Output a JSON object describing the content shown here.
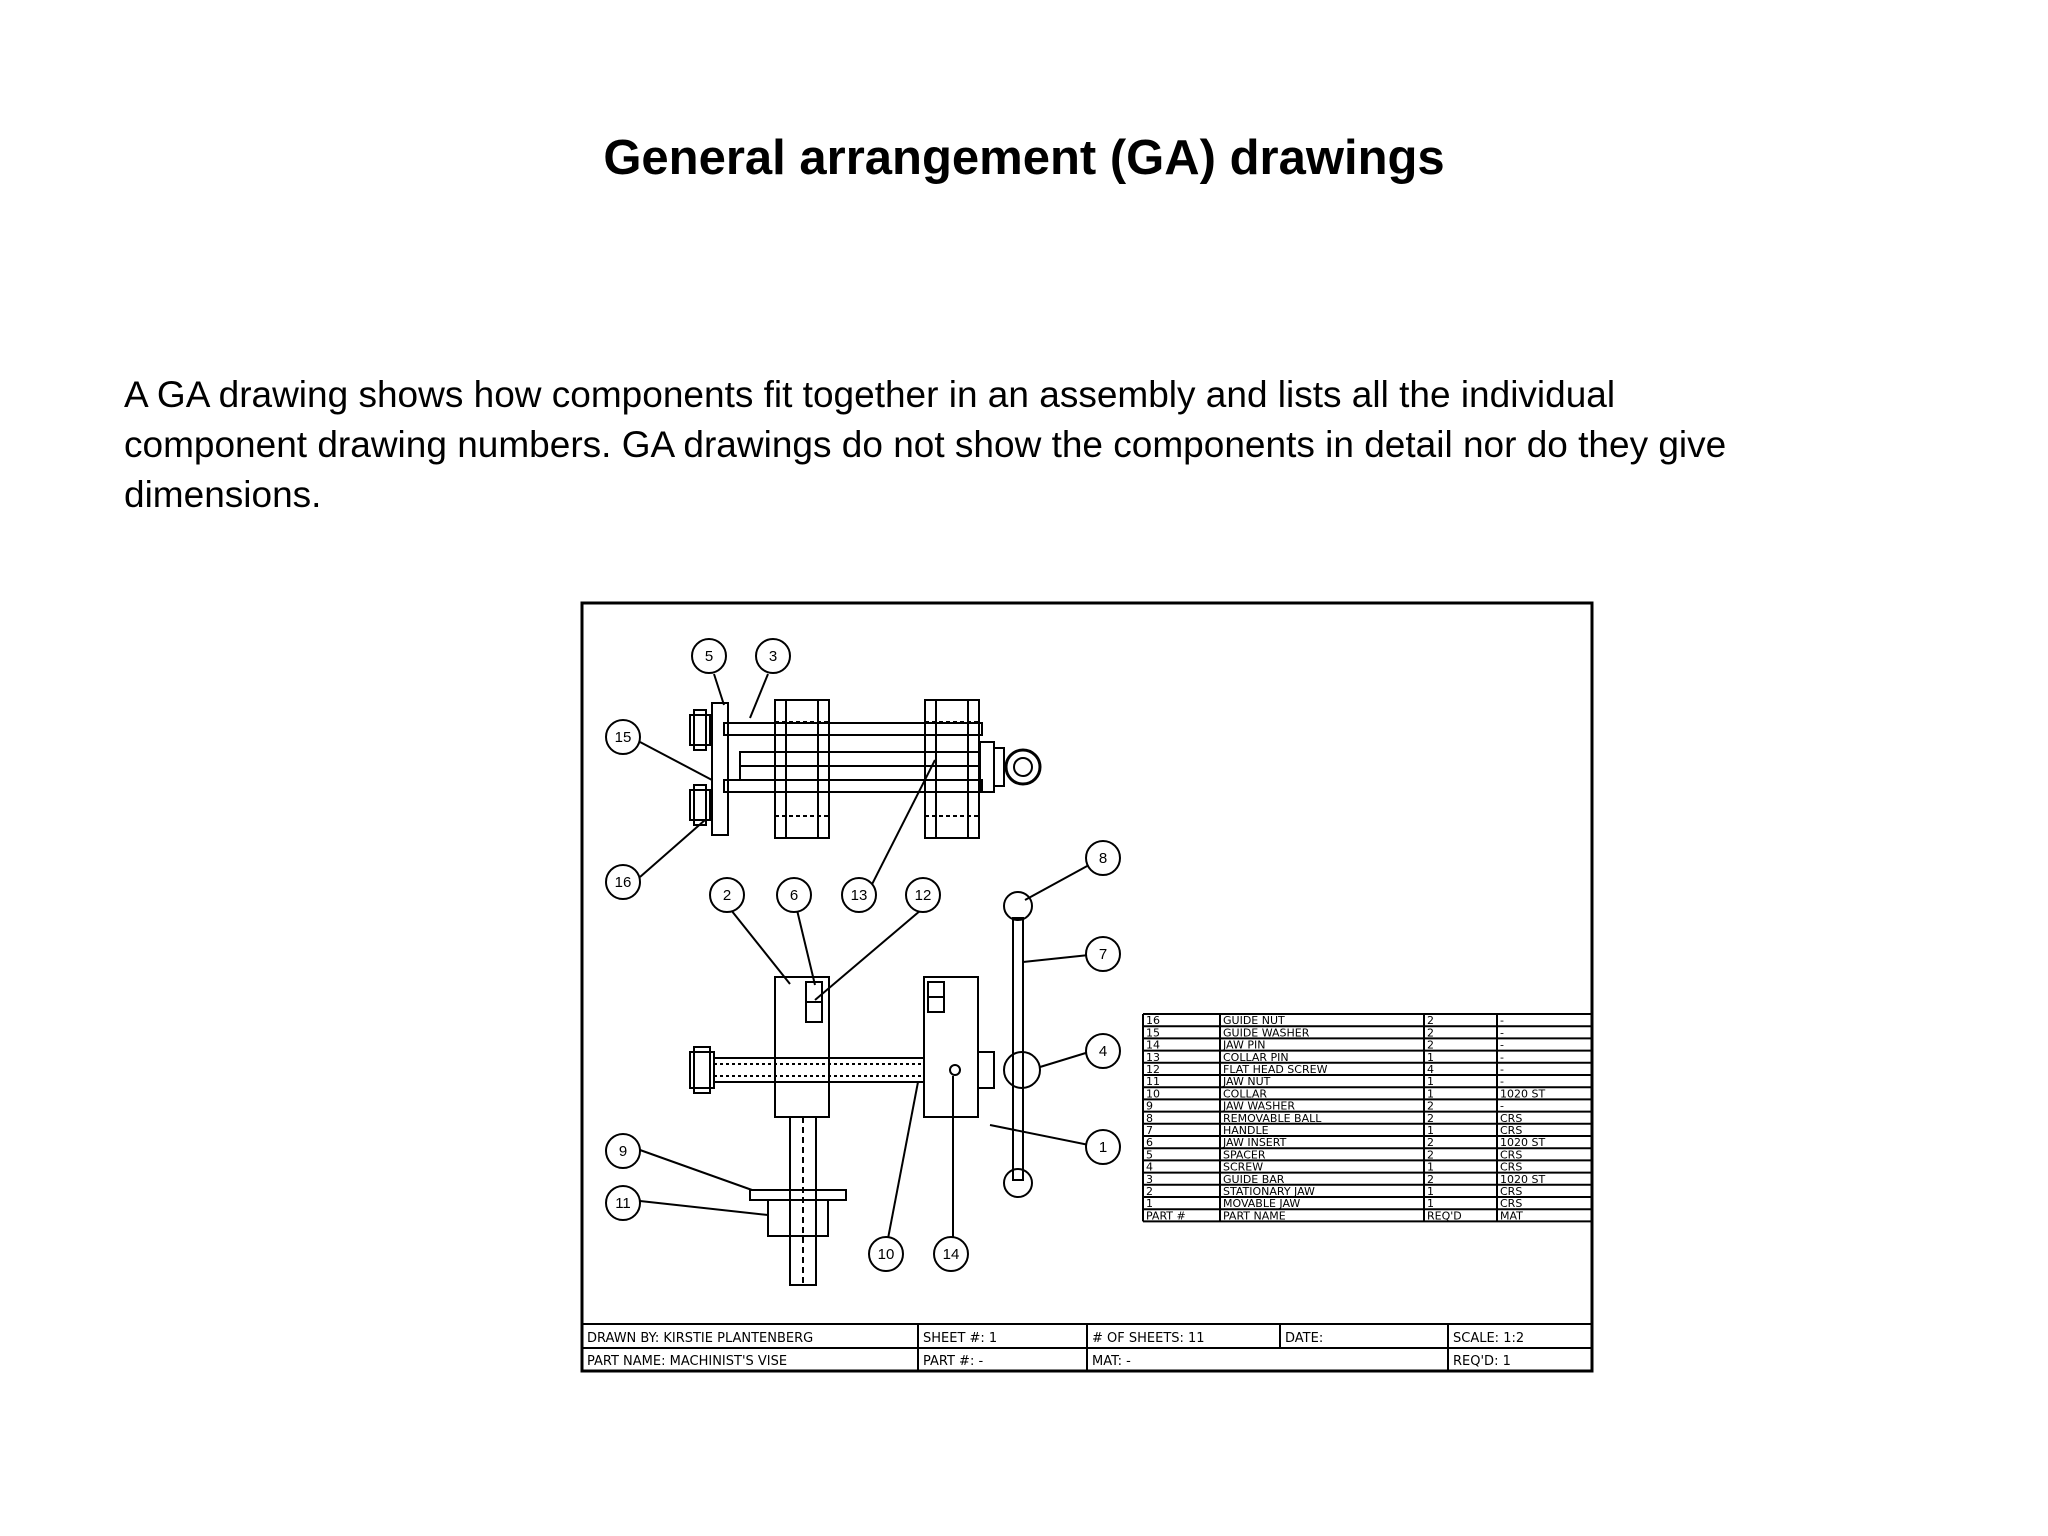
{
  "title": "General arrangement (GA) drawings",
  "paragraph_lines": [
    "A GA drawing shows how components fit together in an assembly and lists all the individual",
    "component drawing numbers. GA drawings do not show the components in detail nor do they give",
    "dimensions."
  ],
  "bom": {
    "header": {
      "part": "PART #",
      "name": "PART NAME",
      "reqd": "REQ'D",
      "mat": "MAT"
    },
    "rows": [
      {
        "part": "16",
        "name": "GUIDE NUT",
        "reqd": "2",
        "mat": "-"
      },
      {
        "part": "15",
        "name": "GUIDE WASHER",
        "reqd": "2",
        "mat": "-"
      },
      {
        "part": "14",
        "name": "JAW PIN",
        "reqd": "2",
        "mat": "-"
      },
      {
        "part": "13",
        "name": "COLLAR PIN",
        "reqd": "1",
        "mat": "-"
      },
      {
        "part": "12",
        "name": "FLAT HEAD SCREW",
        "reqd": "4",
        "mat": "-"
      },
      {
        "part": "11",
        "name": "JAW NUT",
        "reqd": "1",
        "mat": "-"
      },
      {
        "part": "10",
        "name": "COLLAR",
        "reqd": "1",
        "mat": "1020 ST"
      },
      {
        "part": "9",
        "name": "JAW WASHER",
        "reqd": "2",
        "mat": "-"
      },
      {
        "part": "8",
        "name": "REMOVABLE BALL",
        "reqd": "2",
        "mat": "CRS"
      },
      {
        "part": "7",
        "name": "HANDLE",
        "reqd": "1",
        "mat": "CRS"
      },
      {
        "part": "6",
        "name": "JAW INSERT",
        "reqd": "2",
        "mat": "1020 ST"
      },
      {
        "part": "5",
        "name": "SPACER",
        "reqd": "2",
        "mat": "CRS"
      },
      {
        "part": "4",
        "name": "SCREW",
        "reqd": "1",
        "mat": "CRS"
      },
      {
        "part": "3",
        "name": "GUIDE BAR",
        "reqd": "2",
        "mat": "1020 ST"
      },
      {
        "part": "2",
        "name": "STATIONARY JAW",
        "reqd": "1",
        "mat": "CRS"
      },
      {
        "part": "1",
        "name": "MOVABLE JAW",
        "reqd": "1",
        "mat": "CRS"
      }
    ]
  },
  "title_block": {
    "drawn_by": "DRAWN BY: KIRSTIE PLANTENBERG",
    "sheet": "SHEET #: 1",
    "num_sheets": "# OF SHEETS: 11",
    "date": "DATE:",
    "scale": "SCALE: 1:2",
    "part_name": "PART NAME: MACHINIST'S VISE",
    "part_num": "PART #: -",
    "mat": "MAT: -",
    "reqd": "REQ'D: 1"
  },
  "balloons": [
    "5",
    "3",
    "15",
    "16",
    "2",
    "6",
    "13",
    "12",
    "8",
    "7",
    "4",
    "1",
    "9",
    "11",
    "10",
    "14"
  ],
  "colors": {
    "ink": "#000000",
    "background": "#ffffff"
  }
}
